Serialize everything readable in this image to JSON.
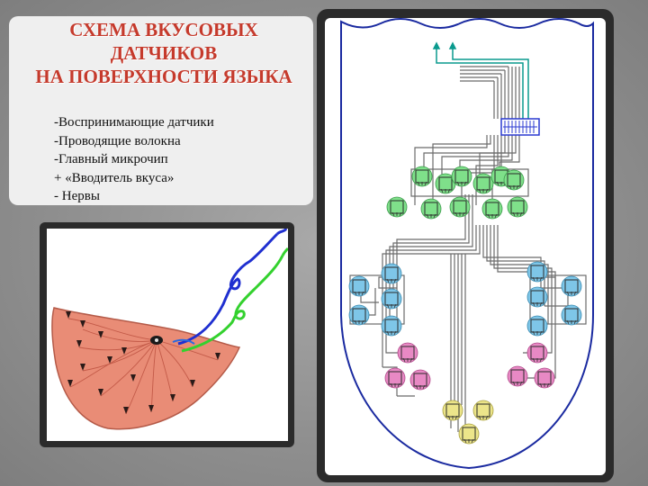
{
  "slide": {
    "title_lines": [
      "СХЕМА ВКУСОВЫХ",
      "ДАТЧИКОВ",
      "НА ПОВЕРХНОСТИ ЯЗЫКА"
    ],
    "bullets": [
      "-Воспринимающие датчики",
      "-Проводящие волокна",
      "-Главный микрочип",
      "+ «Вводитель вкуса»",
      "- Нервы"
    ]
  },
  "colors": {
    "title": "#c53a2c",
    "tongue": "#e98c76",
    "nerve_blue": "#1f2fd0",
    "nerve_green": "#33d12e",
    "sensor_green": "#7fe08a",
    "sensor_blue": "#7ec6e8",
    "sensor_pink": "#e889c4",
    "sensor_yellow": "#ece58a",
    "outline_blue": "#1a2aa0",
    "wire_teal": "#0a9a8e"
  }
}
